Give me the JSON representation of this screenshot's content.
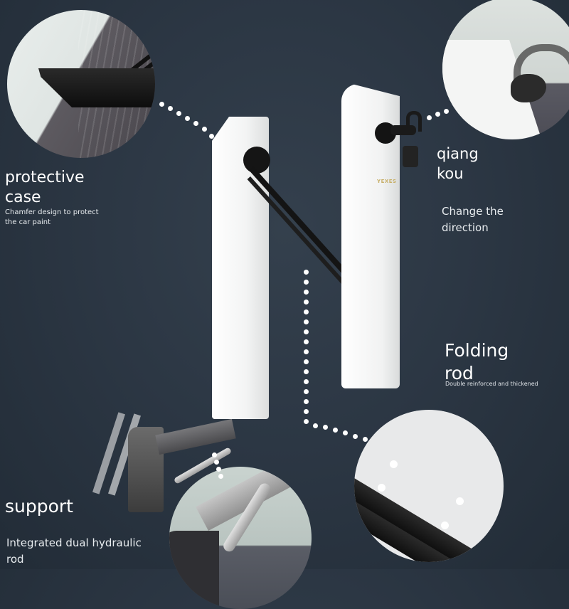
{
  "brand": {
    "logo_text": "YEXES",
    "logo_color": "#c8b06a"
  },
  "colors": {
    "background": "#2c3744",
    "panel_white": "#f1f2f2",
    "rod_black": "#161616",
    "dot": "#ffffff"
  },
  "callouts": {
    "protective_case": {
      "title_line1": "protective",
      "title_line2": "case",
      "desc_line1": "Chamfer design to protect",
      "desc_line2": "the car paint"
    },
    "qiang_kou": {
      "title_line1": "qiang",
      "title_line2": "kou",
      "desc_line1": "Change the",
      "desc_line2": "direction"
    },
    "folding_rod": {
      "title_line1": "Folding",
      "title_line2": "rod",
      "desc": "Double reinforced and thickened"
    },
    "support": {
      "title": "support",
      "desc_line1": "Integrated dual hydraulic",
      "desc_line2": "rod"
    }
  },
  "detail_circles": [
    {
      "name": "protective-case-detail",
      "subject": "black chamfered case"
    },
    {
      "name": "qiang-kou-detail",
      "subject": "hook clasp"
    },
    {
      "name": "folding-rod-detail",
      "subject": "double black rods with rivets"
    },
    {
      "name": "support-detail",
      "subject": "hydraulic rod bracket"
    }
  ]
}
